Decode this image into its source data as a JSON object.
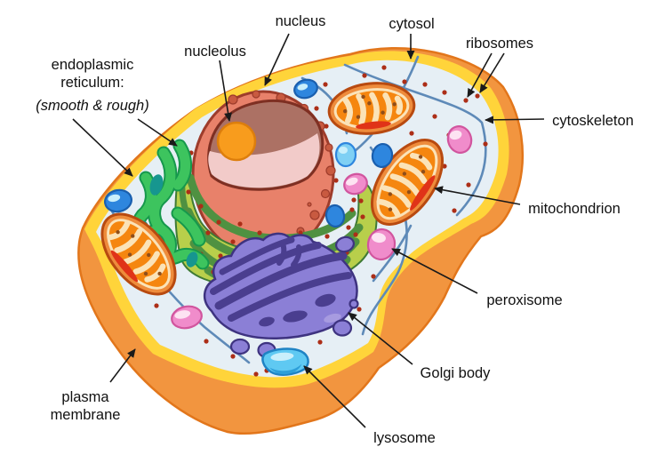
{
  "labels": {
    "nucleus": "nucleus",
    "nucleolus": "nucleolus",
    "cytosol": "cytosol",
    "ribosomes": "ribosomes",
    "cytoskeleton": "cytoskeleton",
    "mitochondrion": "mitochondrion",
    "peroxisome": "peroxisome",
    "golgi_body": "Golgi body",
    "lysosome": "lysosome",
    "plasma_line1": "plasma",
    "plasma_line2": "membrane",
    "er_line1": "endoplasmic",
    "er_line2": "reticulum:",
    "er_line3": "(smooth & rough)"
  },
  "palette": {
    "bg": "#FFFFFF",
    "labelText": "#111111",
    "arrow": "#1A1A1A",
    "membraneOrange": "#F2953F",
    "membraneOrangeEdge": "#E2761B",
    "membraneYellow": "#FFD43A",
    "cytosol": "#E6EFF5",
    "cytoskeleton": "#5E8AB8",
    "ribosome": "#AC2E17",
    "nucleusBody": "#E8816A",
    "nucleusOutline": "#9E3C2B",
    "nucleusSpot": "#C85A40",
    "nucleoplasmBrown": "#AC7164",
    "nucleoplasmPink": "#F2CBC9",
    "openingOutline": "#7E2F22",
    "nucleolus": "#F89C1D",
    "nucleolusOutline": "#DD7E0C",
    "roughErBase": "#B8CF4B",
    "roughErBand": "#4F9141",
    "roughErOutline": "#3F7A35",
    "smoothErGreen": "#3DC45E",
    "smoothErDark": "#16984C",
    "smoothErTeal": "#16968F",
    "mitoBody": "#EE8C3C",
    "mitoOutline": "#B84A10",
    "mitoInterior": "#F5860F",
    "mitoCream": "#FBE3B8",
    "mitoDot": "#8F4E1A",
    "mitoRed": "#E03318",
    "golgiLight": "#8B7FD6",
    "golgiDark": "#4A3E8F",
    "golgiOutline": "#3E3380",
    "golgiHighlight": "#A79BE0",
    "lysoLight": "#5FC9F2",
    "lysoDark": "#2D9FD9",
    "lysoOutline": "#1F83C4",
    "lysoHighlight": "#C9EFFB",
    "pinkBody": "#F08CCB",
    "pinkOutline": "#D1559E",
    "pinkHighlight": "#FDE3F2",
    "blueVesicle": "#2E86DE",
    "blueVesicleLight": "#7FD0F4",
    "blueVesicleOutline": "#1A5FAE"
  }
}
